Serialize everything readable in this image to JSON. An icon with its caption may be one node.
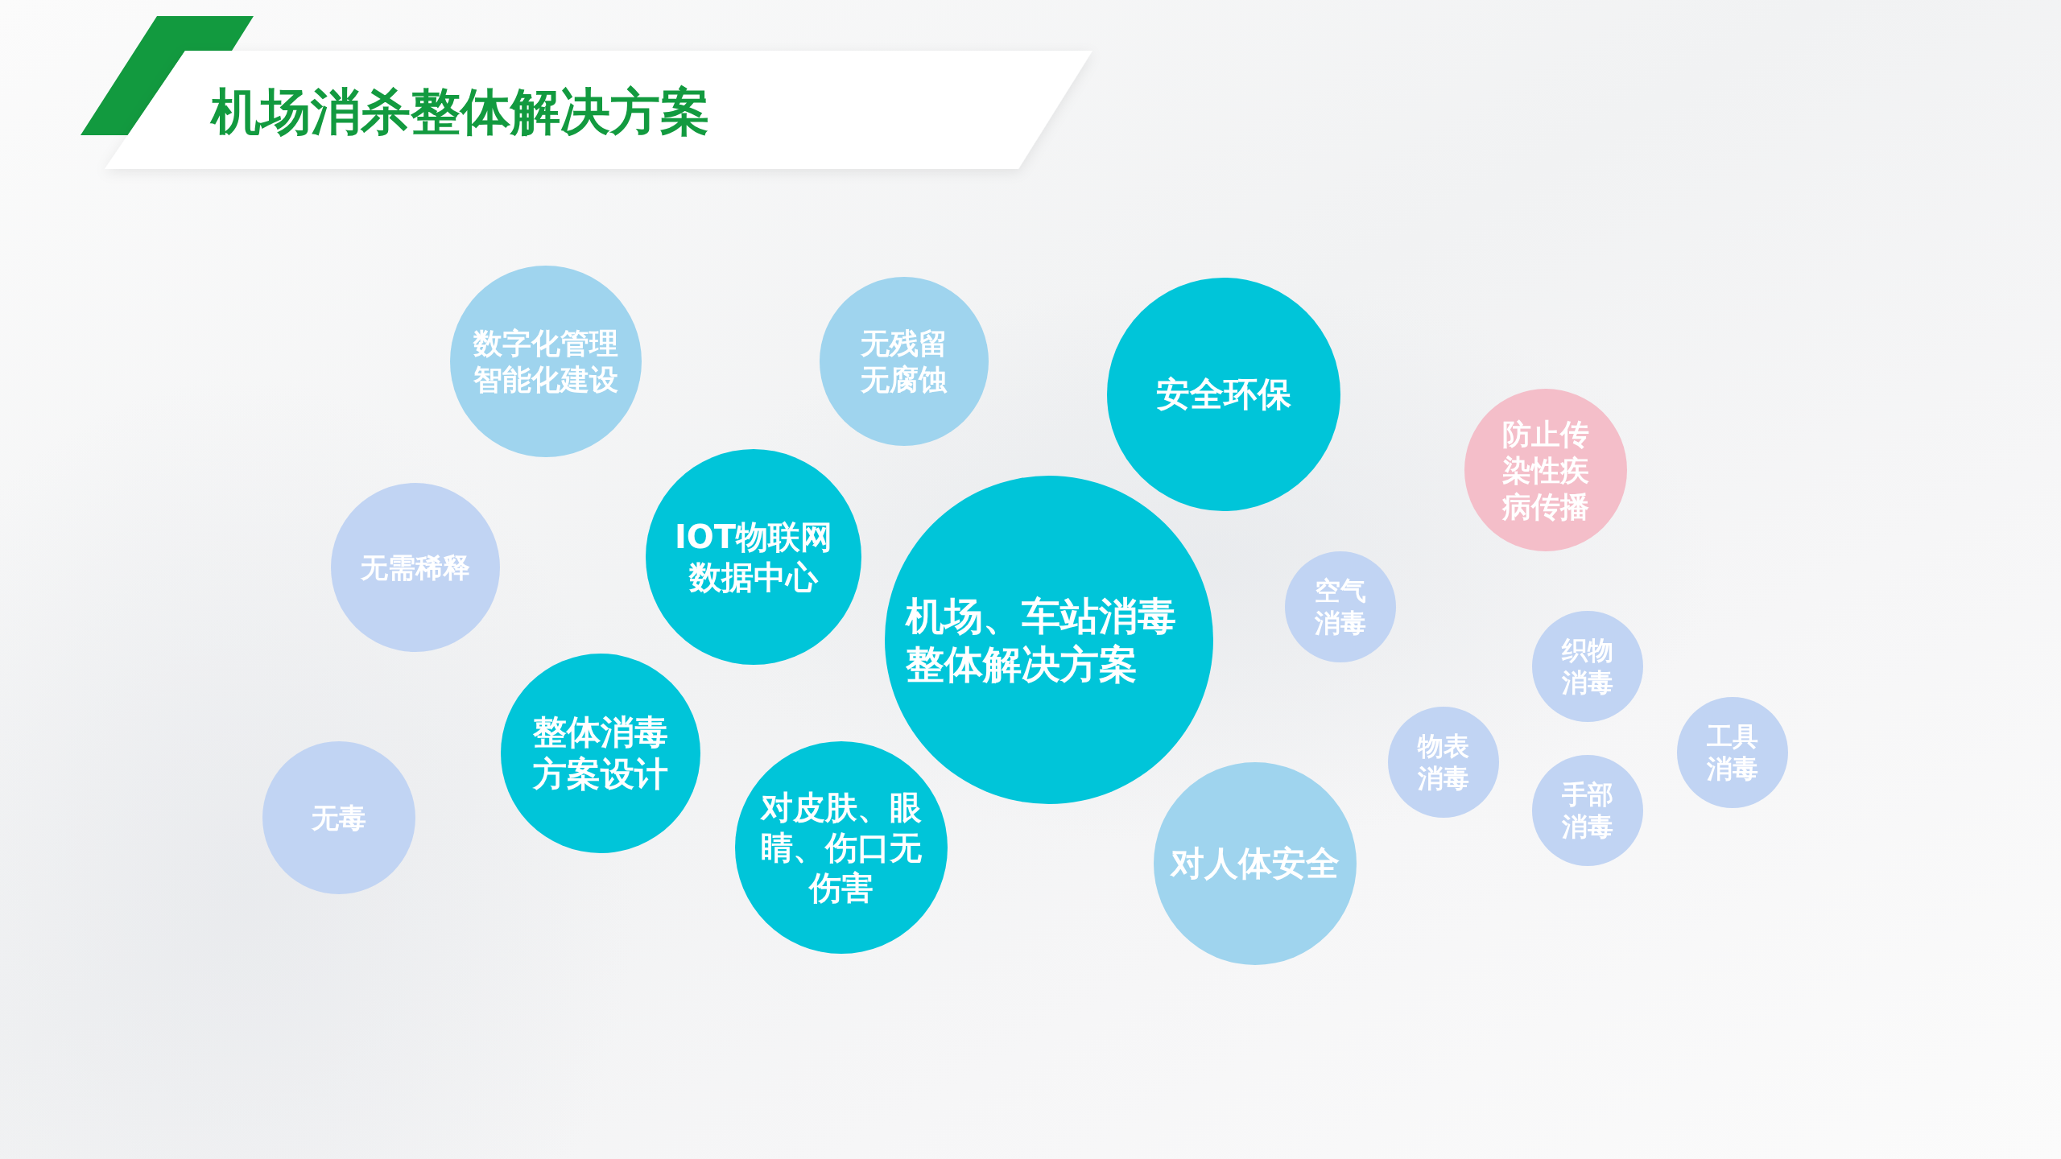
{
  "diagram": {
    "title": "机场消杀整体解决方案",
    "nodes": [
      {
        "text": [
          "数字化管理智能化建设"
        ]
      },
      {
        "text": [
          "无残留无腐蚀"
        ]
      },
      {
        "text": [
          "安全环保"
        ]
      },
      {
        "text": [
          "防止传染性疾病传播"
        ]
      },
      {
        "text": [
          "IOT物联网数据中心"
        ]
      },
      {
        "text": [
          "无需稀释"
        ]
      },
      {
        "text": [
          "空气消毒"
        ]
      },
      {
        "text": [
          "机场、车站消毒整体解决方案"
        ]
      },
      {
        "text": [
          "织物消毒"
        ]
      },
      {
        "text": [
          "工具消毒"
        ]
      },
      {
        "text": [
          "整体消毒方案设计"
        ]
      },
      {
        "text": [
          "物表消毒"
        ]
      },
      {
        "text": [
          "手部消毒"
        ]
      },
      {
        "text": [
          "无毒"
        ]
      },
      {
        "text": [
          "对皮肤、眼睛、伤口无伤害"
        ]
      },
      {
        "text": [
          "对人体安全"
        ]
      }
    ]
  }
}
